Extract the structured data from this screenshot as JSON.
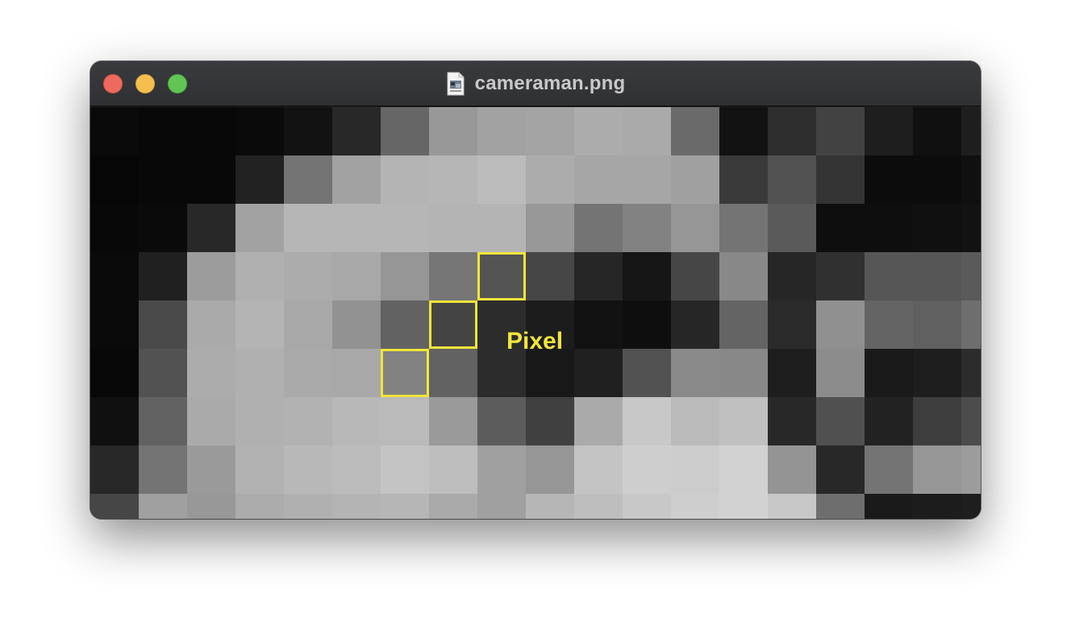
{
  "window": {
    "title": "cameraman.png",
    "file_icon": "png-document-icon",
    "traffic_lights": {
      "close": "#ed6a5e",
      "minimize": "#f5bf4f",
      "maximize": "#61c554"
    }
  },
  "image": {
    "annotation_label": "Pixel",
    "highlight_color": "#f2e53a",
    "pixels": [
      [
        10,
        8,
        8,
        10,
        18,
        40,
        102,
        152,
        162,
        164,
        172,
        170,
        106,
        18,
        46,
        66,
        30,
        16,
        30
      ],
      [
        6,
        8,
        8,
        34,
        116,
        162,
        180,
        182,
        188,
        172,
        166,
        166,
        160,
        58,
        82,
        52,
        12,
        12,
        16
      ],
      [
        8,
        10,
        40,
        162,
        182,
        182,
        182,
        180,
        180,
        152,
        116,
        130,
        150,
        116,
        90,
        14,
        14,
        16,
        18
      ],
      [
        10,
        32,
        156,
        176,
        172,
        168,
        150,
        118,
        84,
        70,
        38,
        22,
        70,
        136,
        38,
        48,
        86,
        86,
        90
      ],
      [
        10,
        74,
        170,
        180,
        168,
        146,
        98,
        68,
        44,
        28,
        18,
        14,
        38,
        100,
        42,
        144,
        100,
        96,
        110
      ],
      [
        8,
        82,
        172,
        176,
        170,
        168,
        130,
        98,
        44,
        24,
        32,
        82,
        138,
        136,
        30,
        140,
        26,
        30,
        44
      ],
      [
        16,
        98,
        170,
        176,
        178,
        184,
        186,
        154,
        92,
        64,
        170,
        200,
        186,
        192,
        40,
        80,
        34,
        62,
        76
      ],
      [
        40,
        116,
        154,
        178,
        184,
        188,
        196,
        190,
        160,
        150,
        196,
        206,
        204,
        210,
        148,
        40,
        116,
        150,
        156
      ],
      [
        70,
        160,
        152,
        172,
        176,
        180,
        182,
        170,
        160,
        182,
        190,
        200,
        206,
        210,
        200,
        110,
        26,
        28,
        30
      ]
    ],
    "highlighted_pixels": [
      {
        "row": 3,
        "col": 8
      },
      {
        "row": 4,
        "col": 7
      },
      {
        "row": 5,
        "col": 6
      }
    ]
  }
}
